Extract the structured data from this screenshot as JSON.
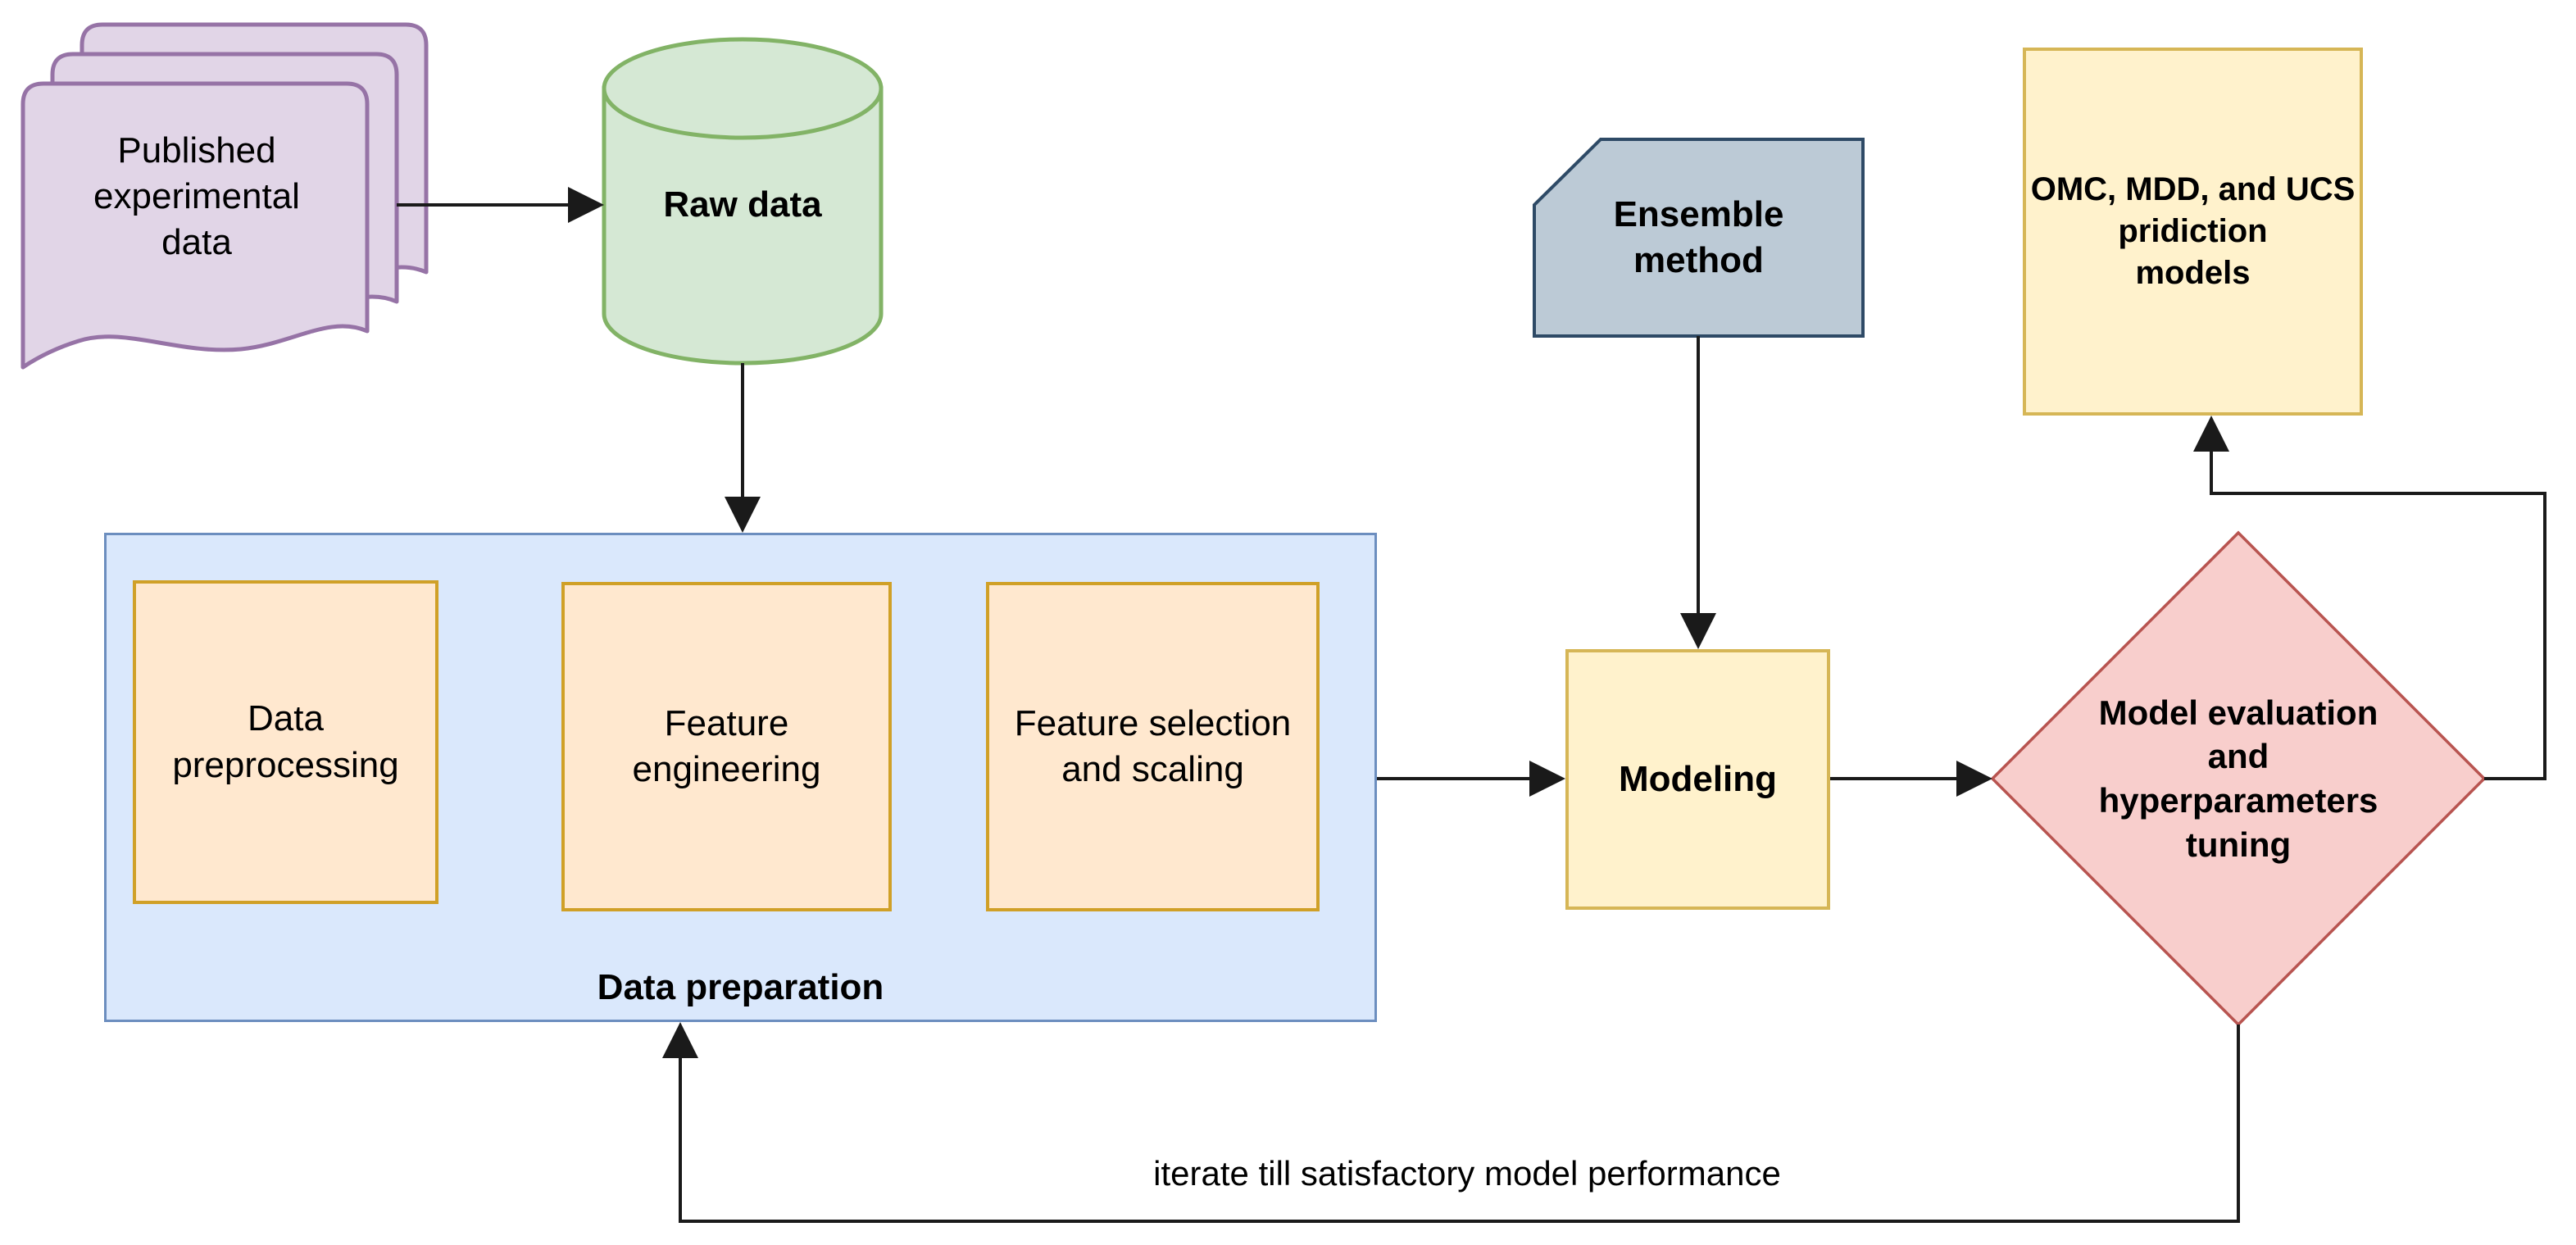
{
  "flowchart": {
    "nodes": {
      "published_data": {
        "label": "Published\nexperimental\ndata"
      },
      "raw_data": {
        "label": "Raw data"
      },
      "data_preparation": {
        "label": "Data preparation"
      },
      "data_preprocessing": {
        "label": "Data\npreprocessing"
      },
      "feature_engineering": {
        "label": "Feature\nengineering"
      },
      "feature_selection": {
        "label": "Feature selection\nand scaling"
      },
      "ensemble_method": {
        "label": "Ensemble\nmethod"
      },
      "modeling": {
        "label": "Modeling"
      },
      "model_evaluation": {
        "label": "Model evaluation\nand\nhyperparameters\ntuning"
      },
      "prediction_models": {
        "label": "OMC, MDD, and UCS\npridiction\nmodels"
      }
    },
    "edge_labels": {
      "iterate": "iterate till satisfactory model performance"
    },
    "palette": {
      "purple_fill": "#E1D5E7",
      "purple_stroke": "#9673A6",
      "green_fill": "#D5E8D4",
      "green_stroke": "#82B366",
      "blue_fill": "#DAE8FC",
      "blue_stroke": "#6C8EBF",
      "orange_fill": "#FFE8CF",
      "orange_stroke": "#D0A027",
      "yellow_fill": "#FFF2CC",
      "yellow_stroke": "#D6B656",
      "bluegray_fill": "#BCCAD6",
      "bluegray_stroke": "#2E4A66",
      "red_fill": "#F8CECC",
      "red_stroke": "#B85450",
      "connector": "#1a1a1a"
    }
  }
}
